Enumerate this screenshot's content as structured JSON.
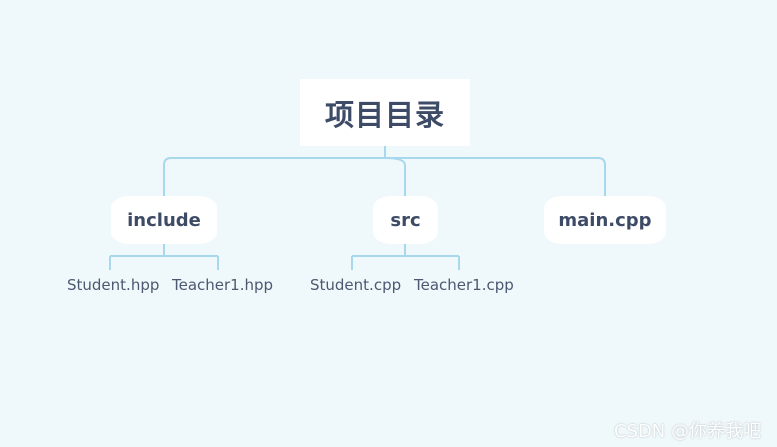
{
  "root": {
    "label": "项目目录"
  },
  "branches": [
    {
      "label": "include",
      "children": [
        "Student.hpp",
        "Teacher1.hpp"
      ]
    },
    {
      "label": "src",
      "children": [
        "Student.cpp",
        "Teacher1.cpp"
      ]
    },
    {
      "label": "main.cpp",
      "children": []
    }
  ],
  "colors": {
    "background": "#eff8fb",
    "connector": "#a8d8ec",
    "node_fill": "#ffffff",
    "node_text": "#3d4b66",
    "leaf_text": "#4c5870"
  },
  "watermark": "CSDN @你养我吧"
}
